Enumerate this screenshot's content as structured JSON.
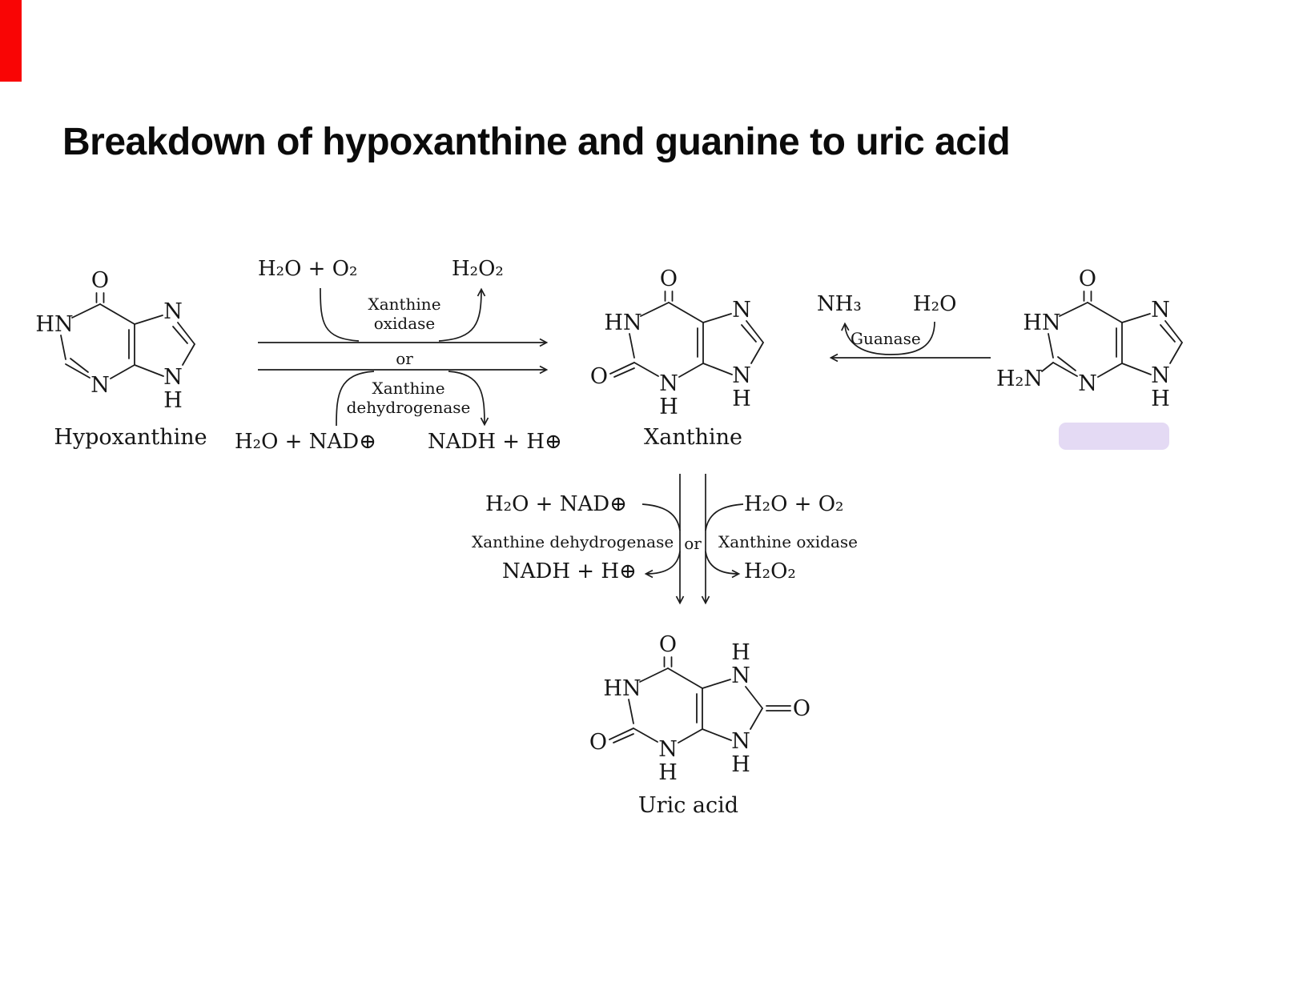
{
  "slide": {
    "title": "Breakdown of hypoxanthine and guanine to uric acid"
  },
  "decorations": {
    "edge_strip_color": "#f90505",
    "highlight_color": "#e4daf4",
    "line_color": "#1c1c1c",
    "background": "#ffffff"
  },
  "atoms": {
    "O": "O",
    "HN": "HN",
    "N": "N",
    "H": "H",
    "H2N": "H₂N"
  },
  "molecules": {
    "hypoxanthine": {
      "label": "Hypoxanthine"
    },
    "xanthine": {
      "label": "Xanthine"
    },
    "uric_acid": {
      "label": "Uric acid"
    }
  },
  "reaction_hx": {
    "oxidase_substrates": "H₂O + O₂",
    "oxidase_products": "H₂O₂",
    "oxidase_enzyme_l1": "Xanthine",
    "oxidase_enzyme_l2": "oxidase",
    "or": "or",
    "dh_enzyme_l1": "Xanthine",
    "dh_enzyme_l2": "dehydrogenase",
    "dh_substrates": "H₂O + NAD⊕",
    "dh_products": "NADH + H⊕"
  },
  "reaction_guanase": {
    "product": "NH₃",
    "substrate": "H₂O",
    "enzyme": "Guanase"
  },
  "reaction_xu": {
    "dh_substrates": "H₂O + NAD⊕",
    "dh_enzyme": "Xanthine dehydrogenase",
    "dh_products": "NADH + H⊕",
    "or": "or",
    "ox_substrates": "H₂O + O₂",
    "ox_enzyme": "Xanthine oxidase",
    "ox_products": "H₂O₂"
  }
}
